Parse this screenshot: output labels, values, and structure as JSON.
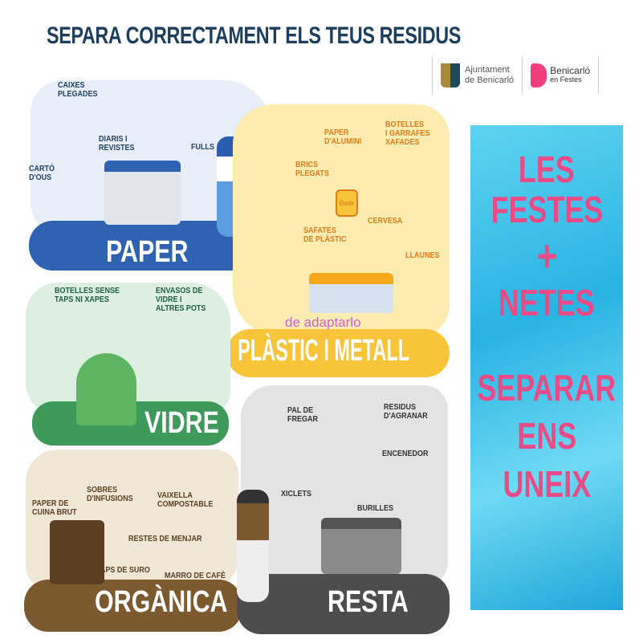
{
  "title": "SEPARA CORRECTAMENT ELS TEUS RESIDUS",
  "logos": {
    "ajuntament_line1": "Ajuntament",
    "ajuntament_line2": "de Benicarló",
    "festes_line1": "Benicarló",
    "festes_line2": "en Festes"
  },
  "paper": {
    "title": "PAPER",
    "items": [
      "CAIXES\nPLEGADES",
      "DIARIS I\nREVISTES",
      "FULLS",
      "CARTÓ\nD'OUS"
    ]
  },
  "plastic": {
    "title": "PLÀSTIC I METALL",
    "items": [
      "PAPER\nD'ALUMINI",
      "BOTELLES\nI GARRAFES\nXAFADES",
      "BRICS\nPLEGATS",
      "CERVESA",
      "SAFATES\nDE PLÀSTIC",
      "LLAUNES"
    ],
    "can_text": "Beer"
  },
  "vidre": {
    "title": "VIDRE",
    "items": [
      "BOTELLES SENSE\nTAPS NI XAPES",
      "ENVASOS DE\nVIDRE I\nALTRES POTS"
    ]
  },
  "organica": {
    "title": "ORGÀNICA",
    "items": [
      "PAPER DE\nCUINA BRUT",
      "SOBRES\nD'INFUSIONS",
      "VAIXELLA\nCOMPOSTABLE",
      "RESTES DE MENJAR",
      "TAPS DE SURO",
      "MARRO DE CAFÈ"
    ]
  },
  "resta": {
    "title": "RESTA",
    "items": [
      "PAL DE\nFREGAR",
      "RESIDUS\nD'AGRANAR",
      "ENCENEDOR",
      "XICLETS",
      "BURILLES"
    ]
  },
  "poster": {
    "lines": [
      "LES",
      "FESTES",
      "+",
      "NETES",
      "SEPARAR",
      "ENS",
      "UNEIX"
    ]
  },
  "watermark": "de adaptarlo",
  "colors": {
    "title": "#1d3f5e",
    "paper": "#2f62b0",
    "plastic": "#f8c43a",
    "vidre": "#3e9a5a",
    "organica": "#7a5a2e",
    "resta": "#4d4d4d",
    "poster_text": "#e84b86"
  }
}
